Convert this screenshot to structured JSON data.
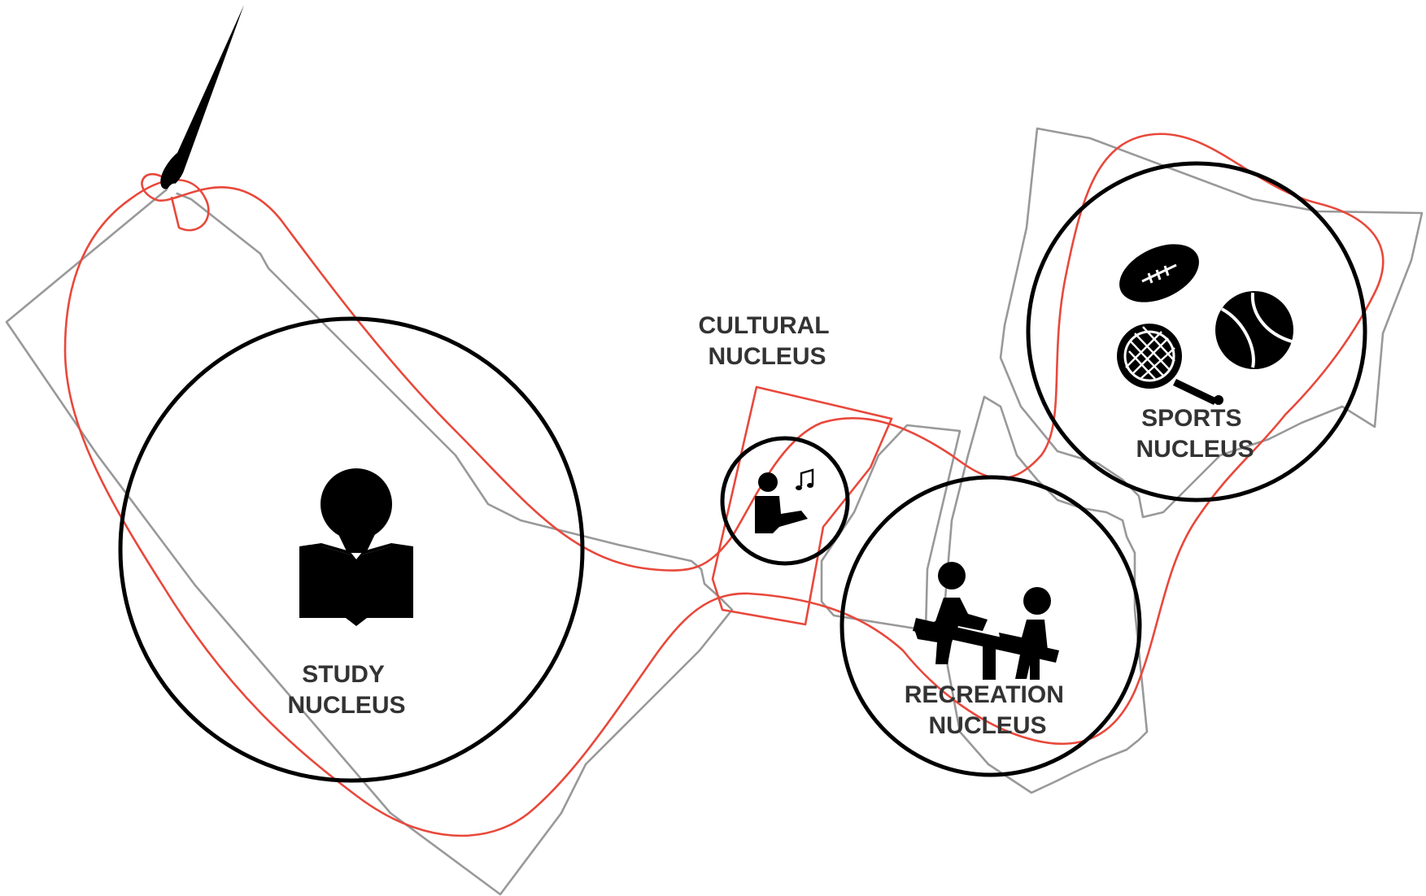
{
  "colors": {
    "background": "#ffffff",
    "ring": "#000000",
    "site_outline": "#999999",
    "thread": "#e8483b",
    "label": "#333333",
    "icon": "#000000"
  },
  "nuclei": [
    {
      "id": "study",
      "line1": "STUDY",
      "line2": "NUCLEUS",
      "icon": "reading-person-icon"
    },
    {
      "id": "cultural",
      "line1": "CULTURAL",
      "line2": "NUCLEUS",
      "icon": "performer-music-icon"
    },
    {
      "id": "recreation",
      "line1": "RECREATION",
      "line2": "NUCLEUS",
      "icon": "table-game-icon"
    },
    {
      "id": "sports",
      "line1": "SPORTS",
      "line2": "NUCLEUS",
      "icon": "sports-balls-icon"
    }
  ],
  "decorations": {
    "needle": "needle-icon",
    "thread": "red-thread",
    "site": "site-outline"
  }
}
